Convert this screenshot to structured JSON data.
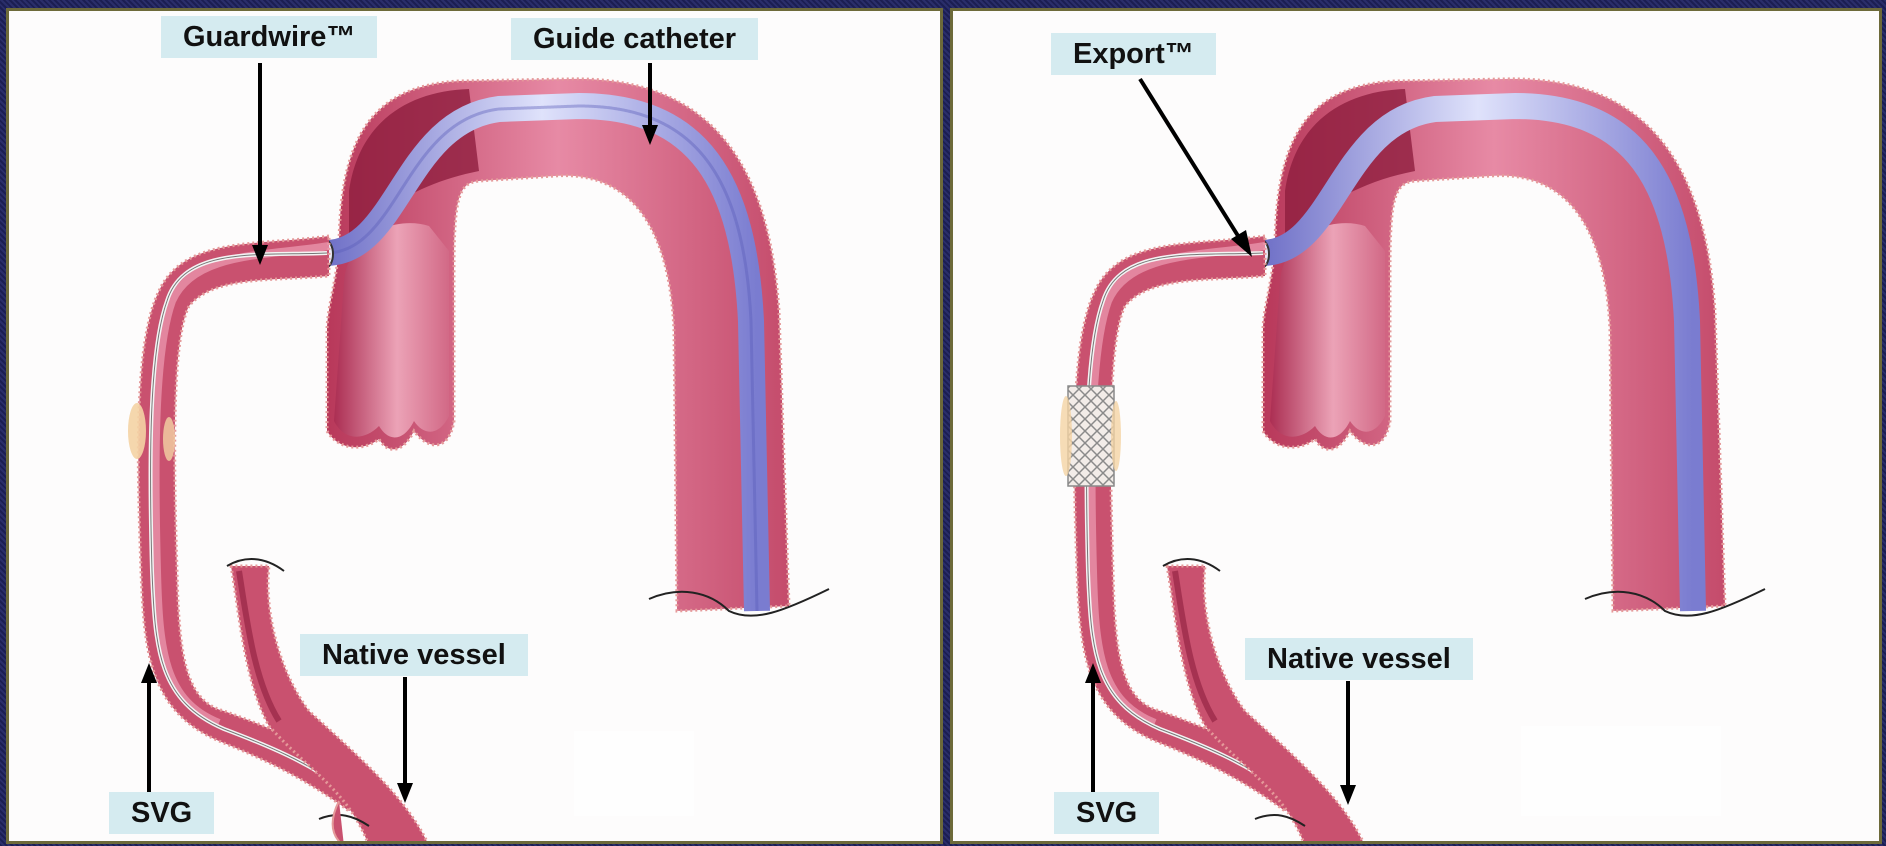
{
  "panels": [
    {
      "id": "left",
      "labels": {
        "guardwire": "Guardwire™",
        "guide_catheter": "Guide catheter",
        "native_vessel": "Native vessel",
        "svg": "SVG"
      }
    },
    {
      "id": "right",
      "labels": {
        "export": "Export™",
        "native_vessel": "Native vessel",
        "svg": "SVG"
      }
    }
  ],
  "colors": {
    "background": "#1f2257",
    "panel": "#fdfcfc",
    "panel_border": "#6d6a3a",
    "vessel": "#c9516f",
    "vessel_dark": "#8e1e3e",
    "vessel_light": "#ee9cb3",
    "catheter": "#8c8fd6",
    "label_bg": "#d5ebf0",
    "arrow": "#000000"
  }
}
